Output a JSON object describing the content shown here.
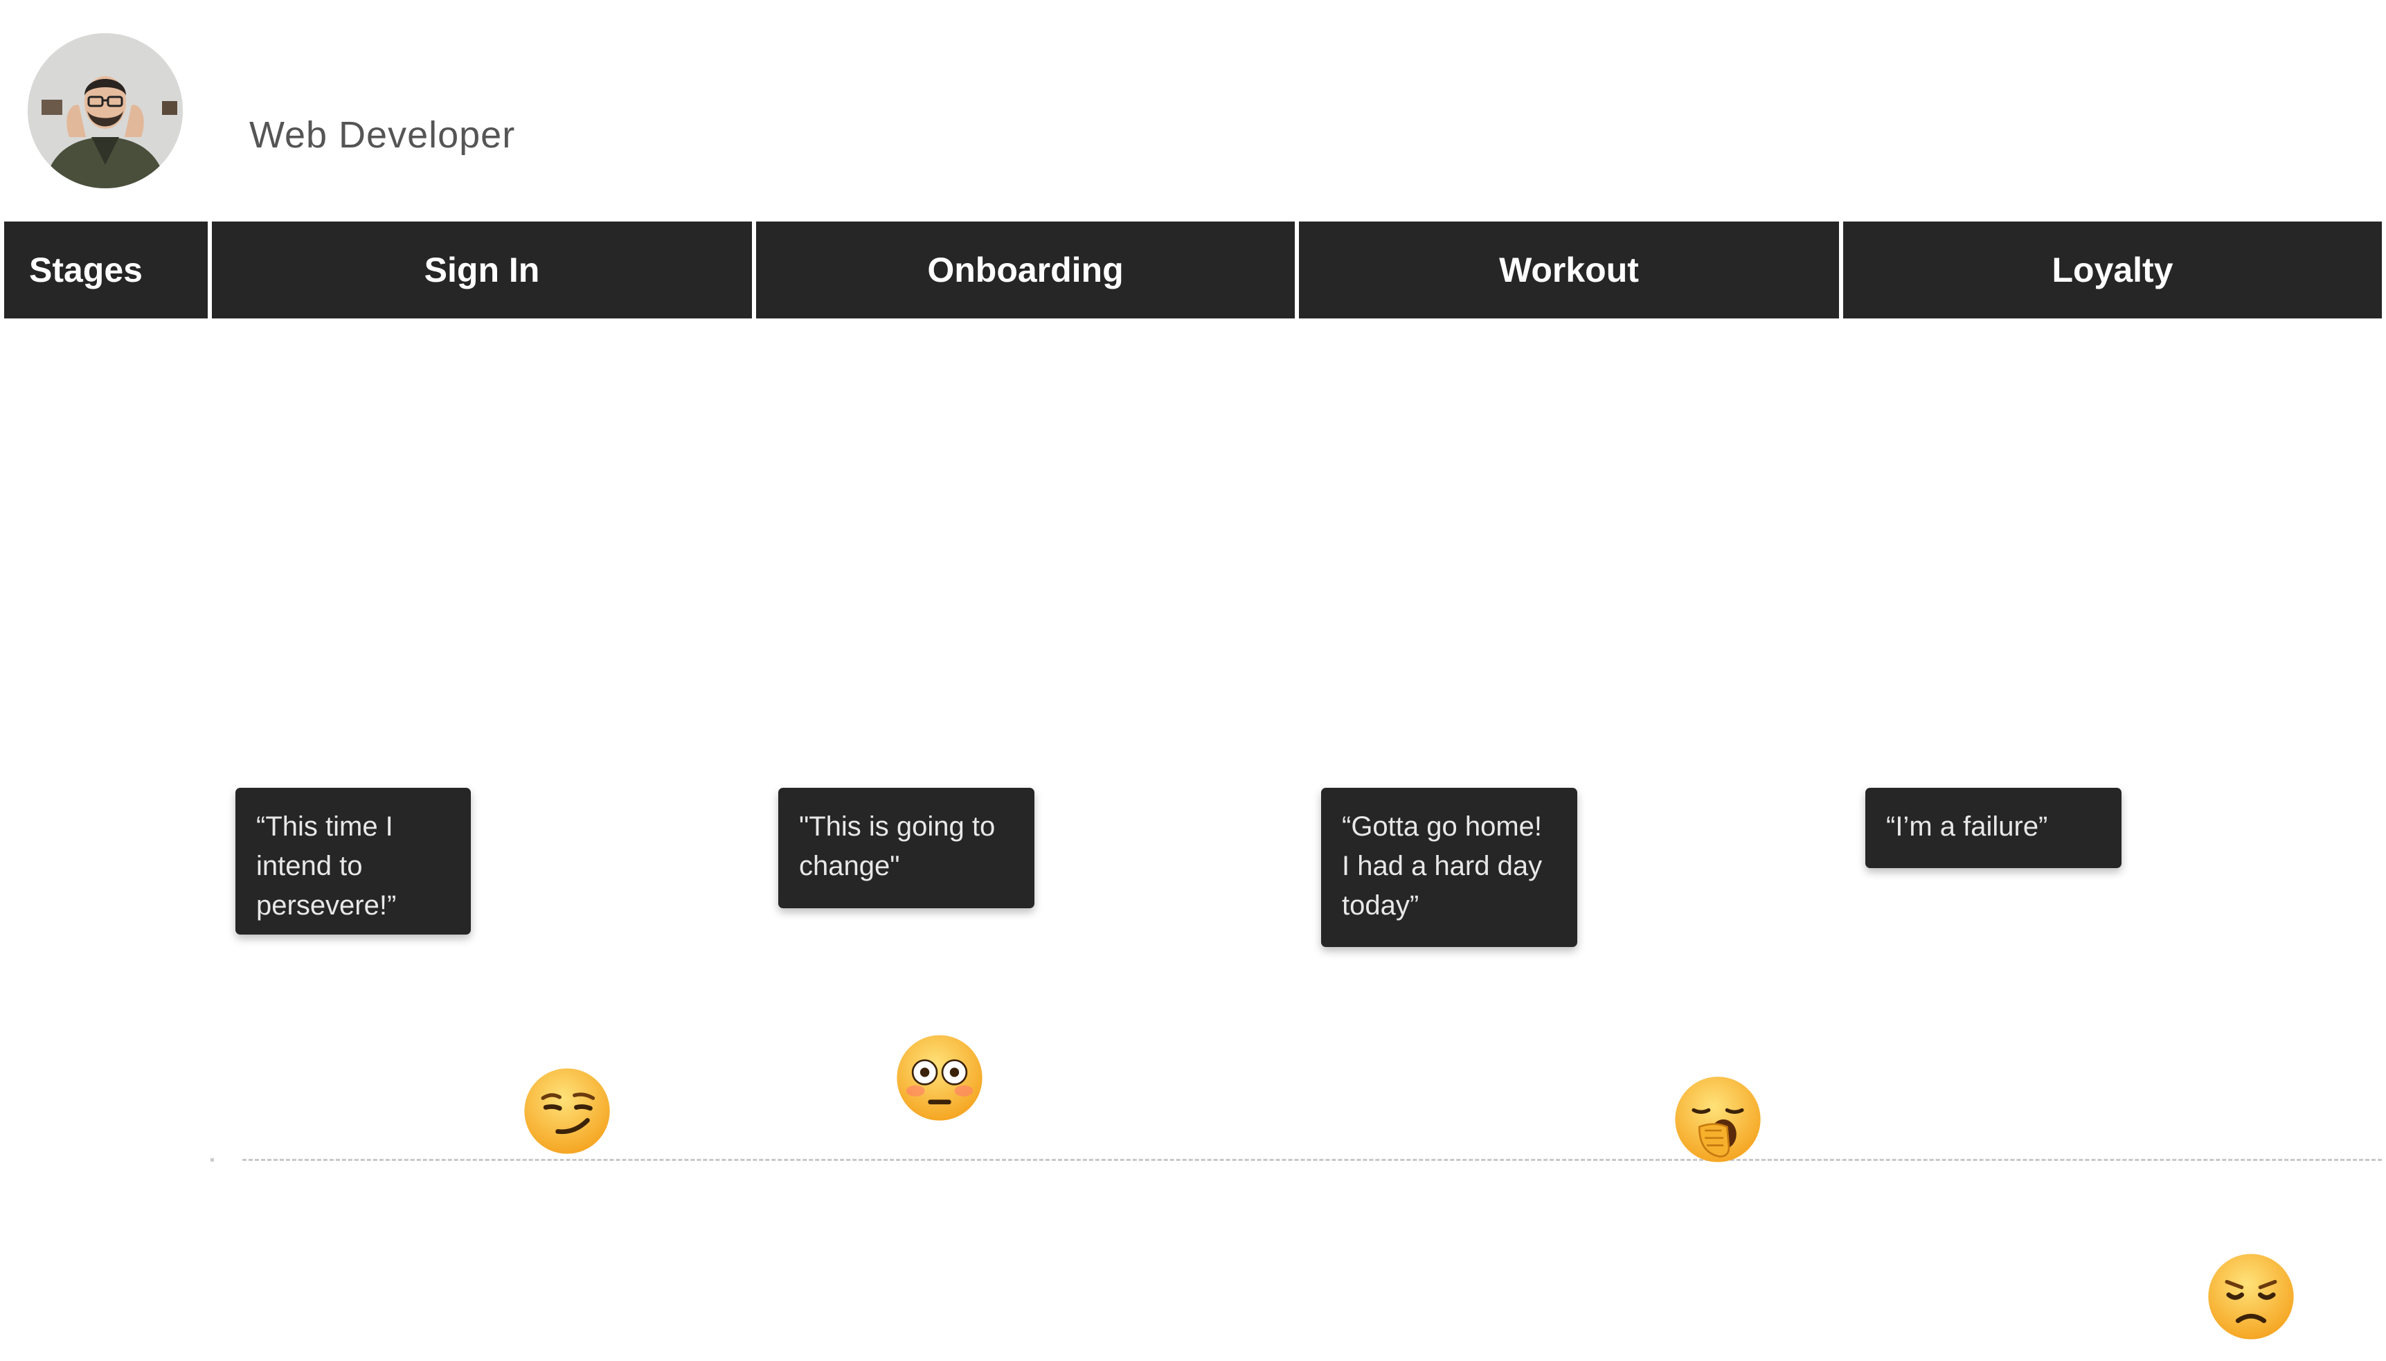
{
  "persona": {
    "title": "Web Developer"
  },
  "stages": {
    "header_label": "Stages",
    "items": [
      {
        "label": "Sign In",
        "quote": "“This time I intend to persevere!”",
        "emoji": "smirking-face"
      },
      {
        "label": "Onboarding",
        "quote": "\"This is going to change\"",
        "emoji": "flushed-face"
      },
      {
        "label": "Workout",
        "quote": "“Gotta go home! I had a hard day today”",
        "emoji": "yawning-face"
      },
      {
        "label": "Loyalty",
        "quote": "“I’m a failure”",
        "emoji": "disappointed-face"
      }
    ]
  },
  "colors": {
    "header_bg": "#262626",
    "header_text": "#ffffff",
    "quote_bg": "#262626",
    "emoji_face": "#ffc83d",
    "baseline": "#c8c8c8"
  }
}
